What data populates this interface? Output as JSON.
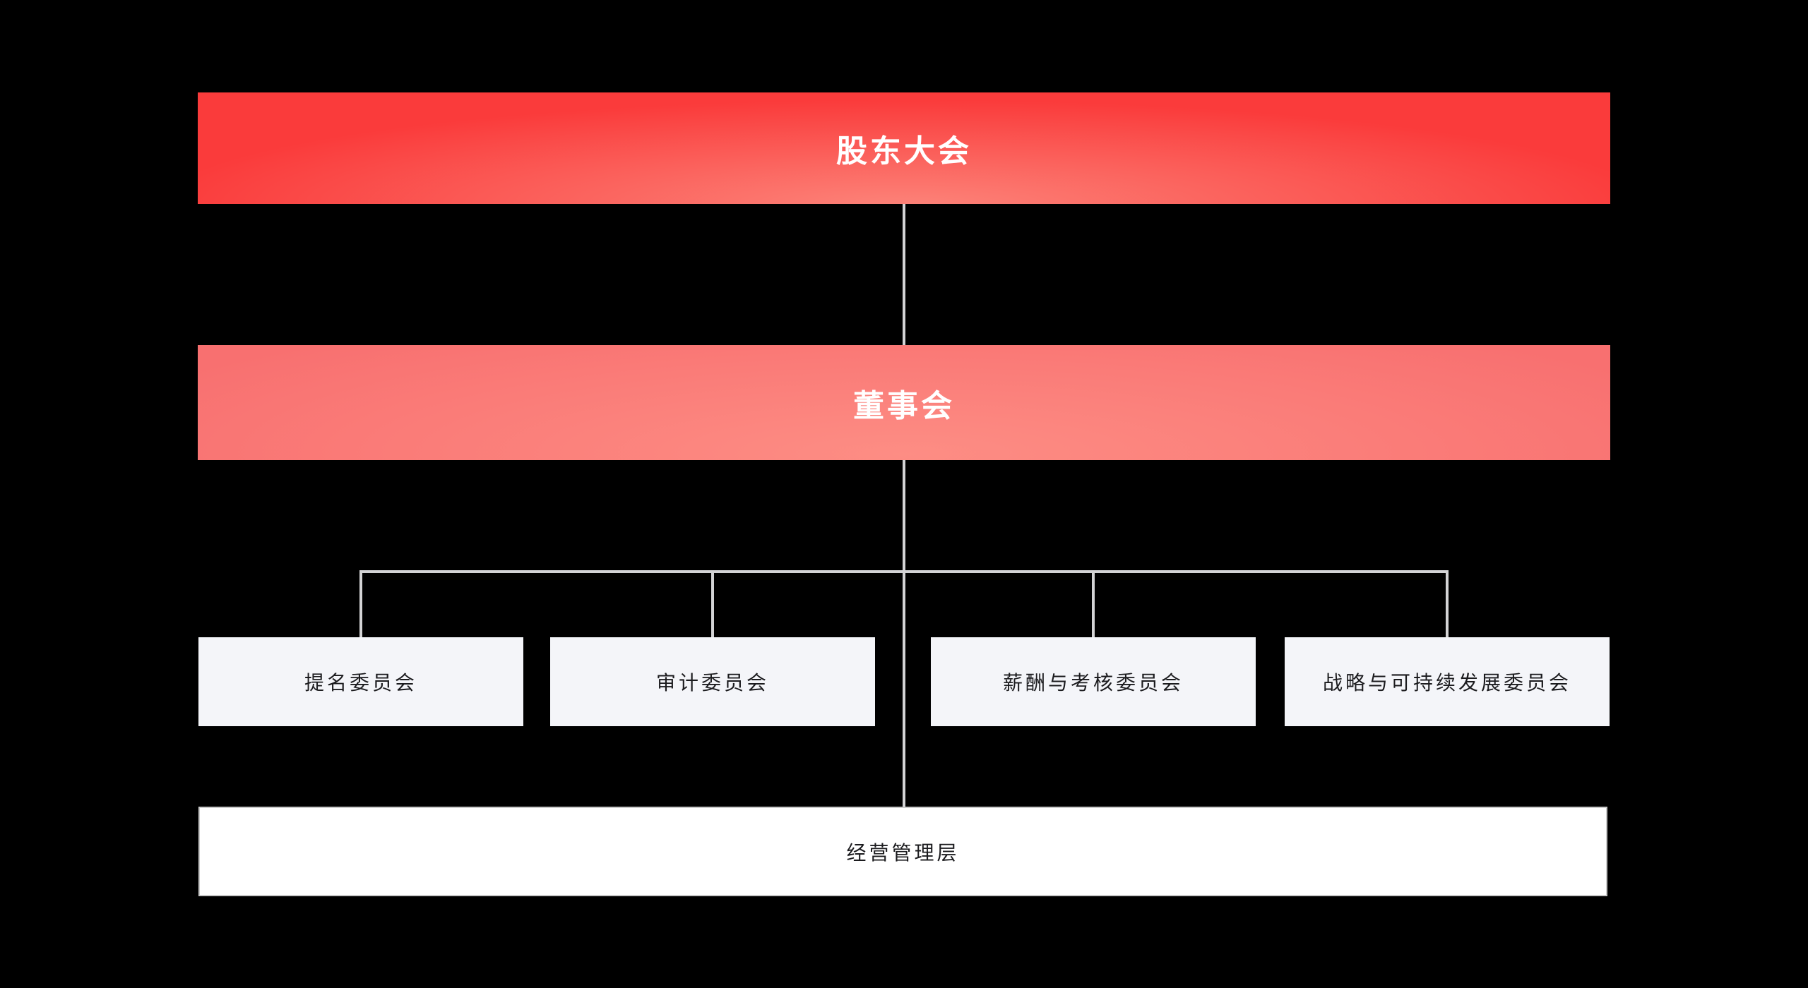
{
  "org_chart": {
    "type": "org-hierarchy",
    "root": {
      "label": "股东大会"
    },
    "board": {
      "label": "董事会"
    },
    "committees": [
      {
        "label": "提名委员会"
      },
      {
        "label": "审计委员会"
      },
      {
        "label": "薪酬与考核委员会"
      },
      {
        "label": "战略与可持续发展委员会"
      }
    ],
    "management": {
      "label": "经营管理层"
    }
  },
  "colors": {
    "bg": "#000000",
    "red_top": "#fa3b3b",
    "red_bottom": "#fc8379",
    "coral_top": "#f87070",
    "coral_bottom": "#fd8d84",
    "box_fill": "#f4f5f9",
    "border_gray": "#c9c9c9",
    "line_color": "#d3d3d5",
    "text_dark": "#1b1b1e"
  }
}
